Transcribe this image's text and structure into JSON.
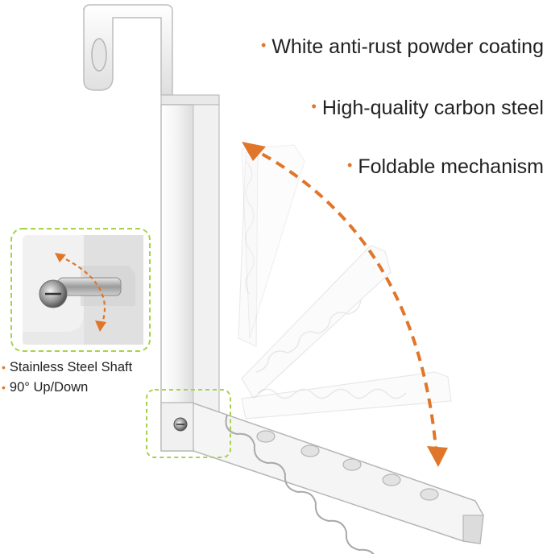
{
  "features": [
    {
      "label": "White anti-rust powder coating"
    },
    {
      "label": "High-quality carbon steel"
    },
    {
      "label": "Foldable mechanism"
    }
  ],
  "shaft_labels": [
    {
      "label": "Stainless Steel Shaft"
    },
    {
      "label": "90° Up/Down"
    }
  ],
  "colors": {
    "accent": "#e0762a",
    "highlight": "#a6d34a",
    "metal": "#f4f4f4",
    "metal_edge": "#b9b9b9"
  }
}
